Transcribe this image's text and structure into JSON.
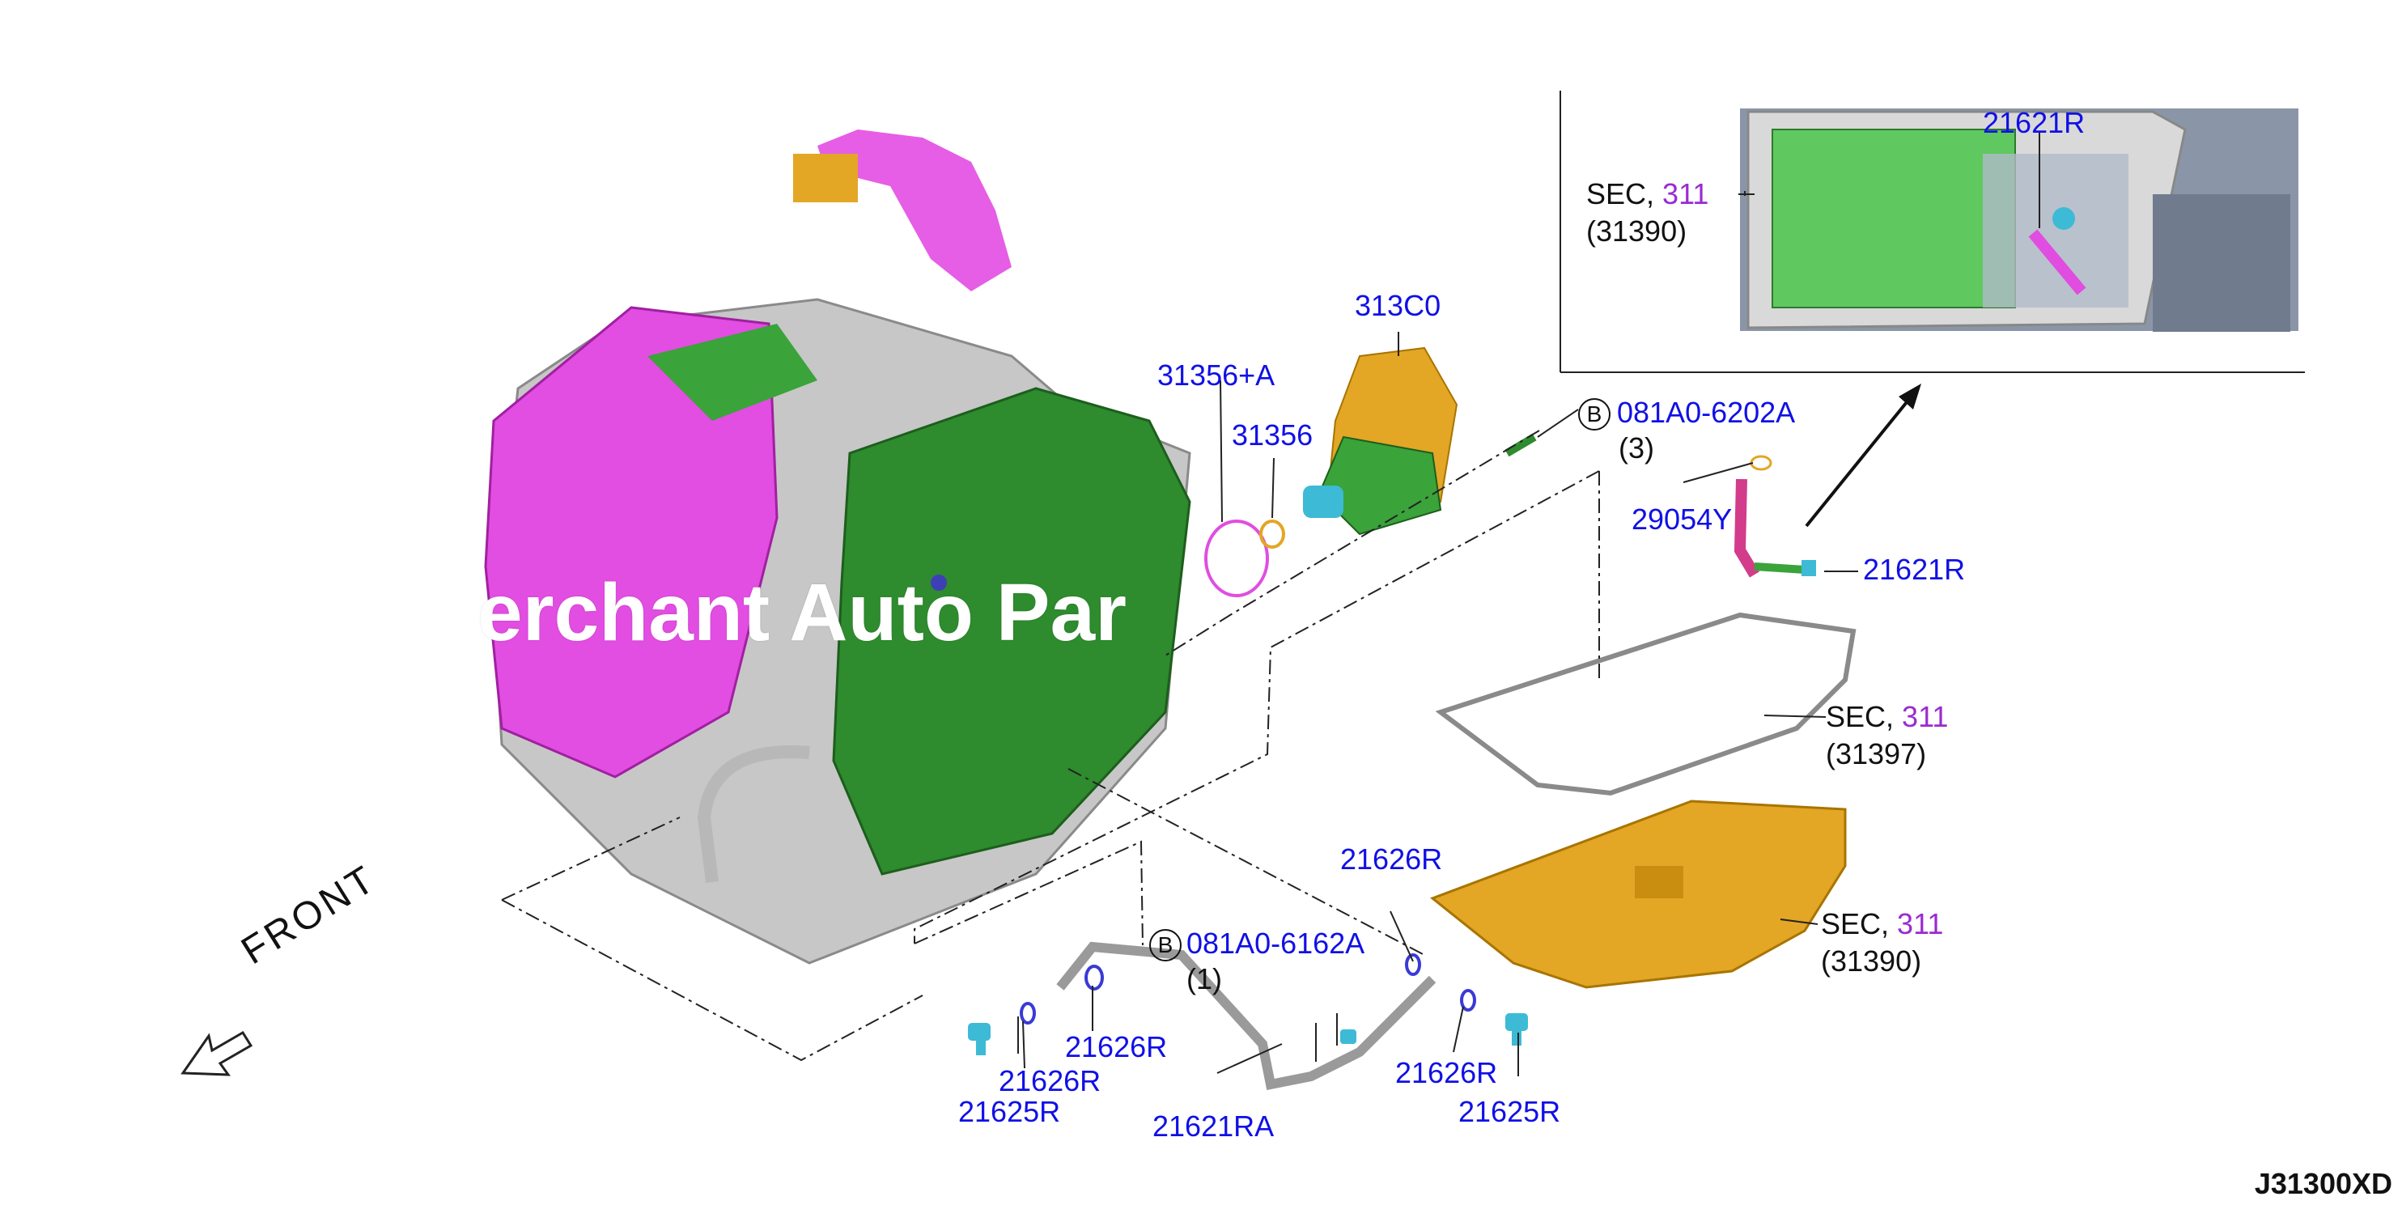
{
  "colors": {
    "part_number": "#1010e6",
    "section_ref": "#9a2bd1",
    "text": "#111111",
    "transmission_case": "#c7c7c7",
    "side_cover": "#2e8b2e",
    "bell_housing": "#e24de2",
    "oil_pan": "#e3a625"
  },
  "callouts": {
    "p313c0": "313C0",
    "p31356a": "31356+A",
    "p31356": "31356",
    "bolt_b_top_num": "081A0-6202A",
    "bolt_b_top_qty": "(3)",
    "bolt_b_bottom_num": "081A0-6162A",
    "bolt_b_bottom_qty": "(1)",
    "circle_b": "B",
    "p29054y": "29054Y",
    "p21621r_mid": "21621R",
    "p21621r_inset": "21621R",
    "sec_label": "SEC,",
    "sec_num": "311",
    "sec_inset_ref": "(31390)",
    "sec_gasket_ref": "(31397)",
    "sec_pan_ref": "(31390)",
    "p21626r_top": "21626R",
    "p21626r_left": "21626R",
    "p21626r_left2": "21626R",
    "p21626r_right": "21626R",
    "p21625r_left": "21625R",
    "p21625r_right": "21625R",
    "p21621ra": "21621RA"
  },
  "front_label": "FRONT",
  "watermark": "erchant Auto Par",
  "diagram_id": "J31300XD"
}
